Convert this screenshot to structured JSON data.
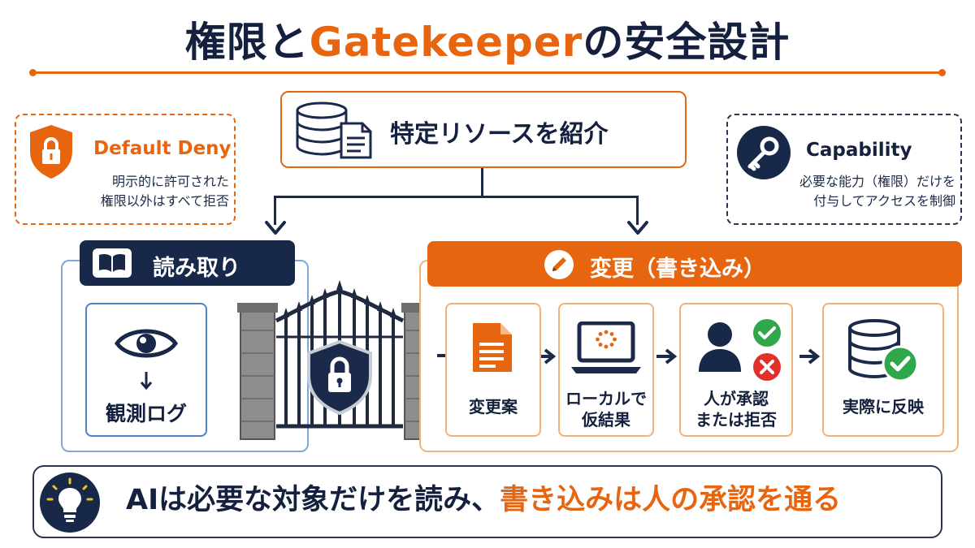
{
  "title": {
    "prefix": "権限と",
    "accent": "Gatekeeper",
    "suffix": "の安全設計"
  },
  "default_deny": {
    "title": "Default Deny",
    "line1": "明示的に許可された",
    "line2": "権限以外はすべて拒否"
  },
  "resource": {
    "label": "特定リソースを紹介"
  },
  "capability": {
    "title": "Capability",
    "line1": "必要な能力（権限）だけを",
    "line2": "付与してアクセスを制御"
  },
  "read": {
    "header": "読み取り",
    "item_label": "観測ログ"
  },
  "change": {
    "header": "変更（書き込み）",
    "steps": [
      {
        "line1": "変更案",
        "line2": ""
      },
      {
        "line1": "ローカルで",
        "line2": "仮結果"
      },
      {
        "line1": "人が承認",
        "line2": "または拒否"
      },
      {
        "line1": "実際に反映",
        "line2": ""
      }
    ]
  },
  "banner": {
    "part1": "AIは必要な対象だけを読み、",
    "accent": "書き込みは人の承認を通る"
  },
  "colors": {
    "navy": "#182848",
    "orange": "#e8650f",
    "blue": "#4a82c4",
    "green": "#2ea84a",
    "red": "#e0302a"
  },
  "icons": [
    "lock-shield-icon",
    "database-icon",
    "document-icon",
    "key-icon",
    "book-icon",
    "eye-icon",
    "gate-icon",
    "pencil-icon",
    "laptop-icon",
    "person-icon",
    "check-icon",
    "cross-icon",
    "lightbulb-icon"
  ]
}
